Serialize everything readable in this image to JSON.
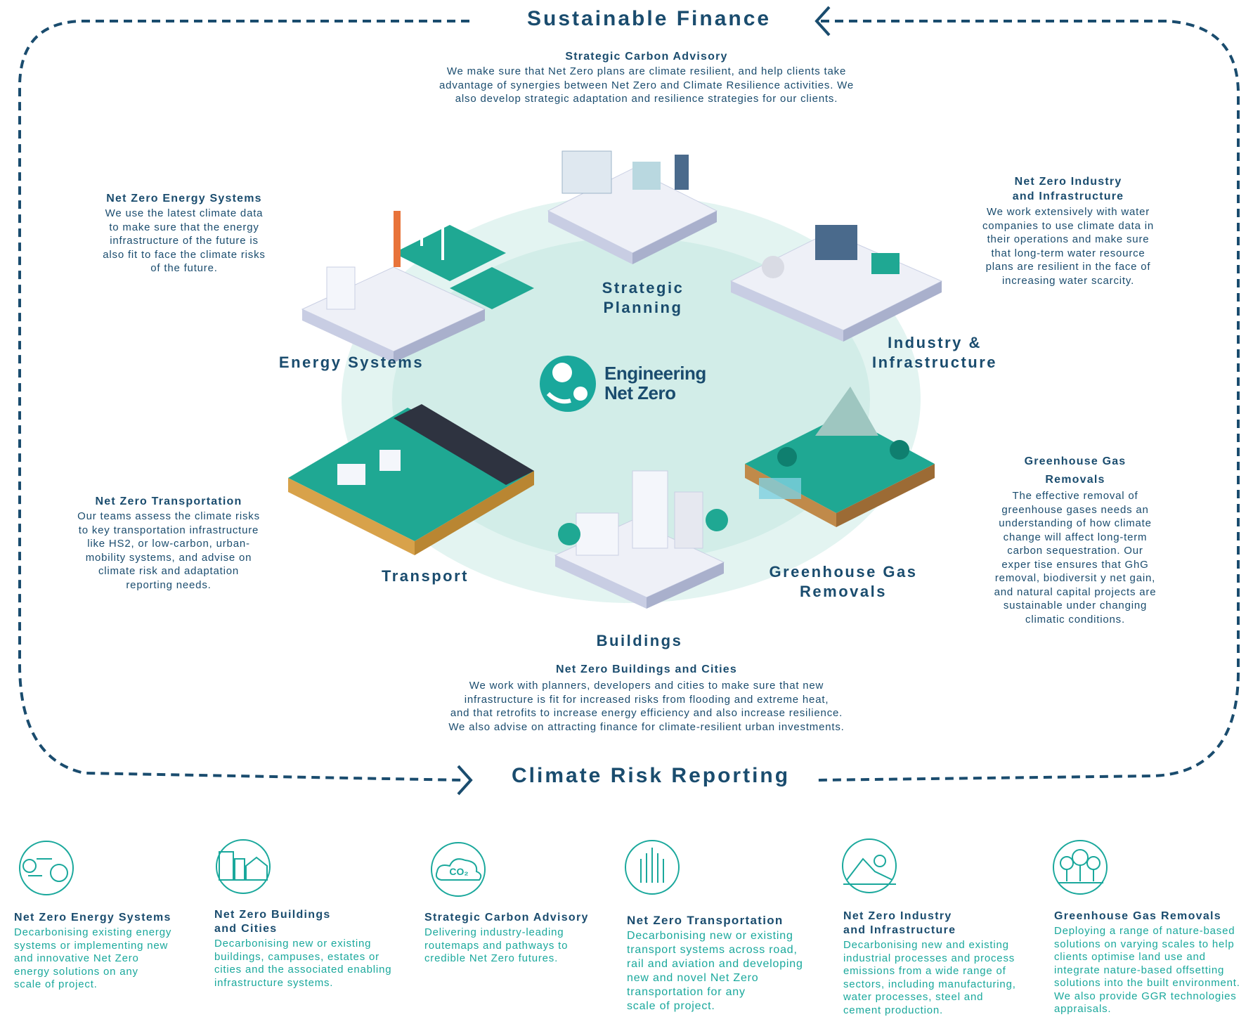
{
  "frame": {
    "top_title": "Sustainable Finance",
    "bottom_title": "Climate Risk Reporting",
    "colors": {
      "dark_blue": "#1a4c6e",
      "teal": "#1aa89c",
      "pale_teal": "#d4eeea"
    }
  },
  "center_logo": {
    "text": "Engineering\nNet Zero"
  },
  "nodes": {
    "strategic_planning": "Strategic\nPlanning",
    "energy_systems": "Energy Systems",
    "industry": "Industry &\nInfrastructure",
    "transport": "Transport",
    "buildings": "Buildings",
    "ggr": "Greenhouse Gas\nRemovals"
  },
  "sections": {
    "carbon_advisory": {
      "title": "Strategic Carbon Advisory",
      "body": "We make sure that Net Zero plans are climate resilient, and help clients take\nadvantage of synergies between Net Zero and Climate Resilience activities. We\nalso develop strategic adaptation and resilience strategies for our clients."
    },
    "energy": {
      "title": "Net Zero Energy Systems",
      "body": "We use the latest climate data\nto make sure that the energy\ninfrastructure of the future is\nalso fit to face the climate risks\nof the future."
    },
    "industry": {
      "title": "Net Zero Industry\nand Infrastructure",
      "body": "We work extensively with water\ncompanies to use climate data in\ntheir operations and make sure\nthat long-term water resource\nplans are resilient in the face of\nincreasing water scarcity."
    },
    "transport": {
      "title": "Net Zero Transportation",
      "body": "Our teams assess the climate risks\nto key transportation infrastructure\nlike HS2, or low-carbon, urban-\nmobility systems, and advise on\nclimate risk and adaptation\nreporting needs."
    },
    "ggr": {
      "title": "Greenhouse Gas\nRemovals",
      "body": "The effective removal of\ngreenhouse gases needs an\nunderstanding of how climate\nchange will affect long-term\ncarbon sequestration. Our\nexper tise ensures that GhG\nremoval, biodiversit y net gain,\nand natural capital projects are\nsustainable under changing\nclimatic conditions."
    },
    "buildings": {
      "title": "Net Zero Buildings and Cities",
      "body": "We work with planners, developers and cities to make sure that new\ninfrastructure is fit for increased risks from flooding and extreme heat,\nand that retrofits to increase energy efficiency and also increase resilience.\nWe also advise on attracting finance for climate-resilient urban investments."
    }
  },
  "footer": [
    {
      "icon": "energy-gear-icon",
      "title": "Net Zero Energy Systems",
      "body": "Decarbonising existing energy\nsystems or implementing new\nand innovative Net Zero\nenergy solutions on any\nscale of project."
    },
    {
      "icon": "buildings-icon",
      "title": "Net Zero Buildings\nand Cities",
      "body": "Decarbonising new or existing\nbuildings, campuses, estates or\ncities and the associated enabling\ninfrastructure systems."
    },
    {
      "icon": "co2-cloud-icon",
      "icon_text": "CO₂",
      "title": "Strategic Carbon Advisory",
      "body": "Delivering industry-leading\nroutemaps and pathways to\ncredible Net Zero futures."
    },
    {
      "icon": "transport-lines-icon",
      "title": "Net Zero Transportation",
      "body": "Decarbonising new or existing\ntransport systems across road,\nrail and aviation and developing\nnew and novel Net Zero\ntransportation for any\nscale of project."
    },
    {
      "icon": "industry-landscape-icon",
      "title": "Net Zero Industry\nand Infrastructure",
      "body": "Decarbonising new and existing\nindustrial processes and process\nemissions from a wide range of\nsectors, including manufacturing,\nwater processes, steel and\ncement production."
    },
    {
      "icon": "trees-icon",
      "title": "Greenhouse Gas Removals",
      "body": "Deploying a range of nature-based\nsolutions on varying scales to help\nclients optimise land use and\nintegrate nature-based offsetting\nsolutions into the built environment.\nWe also provide GGR technologies\nappraisals."
    }
  ]
}
